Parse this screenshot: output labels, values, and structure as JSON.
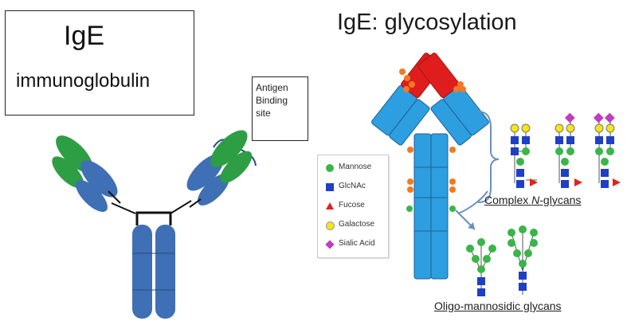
{
  "left_panel": {
    "title": "IgE",
    "subtitle": "immunoglobulin",
    "callout_lines": [
      "Antigen",
      "Binding",
      "site"
    ]
  },
  "right_panel": {
    "title": "IgE: glycosylation",
    "complex_label_pre": "Complex ",
    "complex_label_n": "N",
    "complex_label_post": "-glycans",
    "oligo_label": "Oligo-mannosidic glycans"
  },
  "legend": [
    {
      "label": "Mannose",
      "shape": "circle",
      "color": "#3ab54a"
    },
    {
      "label": "GlcNAc",
      "shape": "square",
      "color": "#1f3fc4"
    },
    {
      "label": "Fucose",
      "shape": "triangle",
      "color": "#e2231a"
    },
    {
      "label": "Galactose",
      "shape": "circle",
      "color": "#f6e416"
    },
    {
      "label": "Sialic Acid",
      "shape": "diamond",
      "color": "#c03cc0"
    }
  ],
  "colors": {
    "green_domain": "#2e9e44",
    "blue_domain": "#3f6fb5",
    "red_domain": "#e01d1d",
    "light_blue_domain": "#2d9fe0",
    "orange_glycan": "#f07a22"
  }
}
